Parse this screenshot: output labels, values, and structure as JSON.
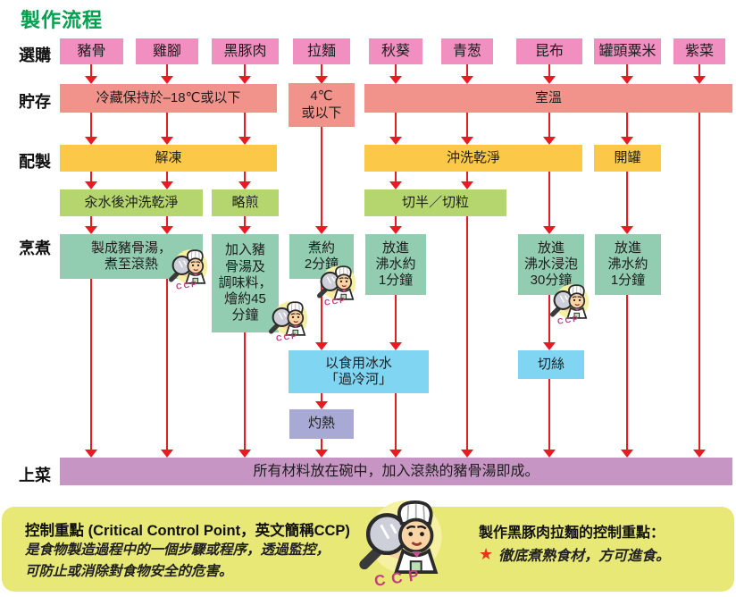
{
  "title": "製作流程",
  "row_labels": {
    "purchase": "選購",
    "storage": "貯存",
    "prep": "配製",
    "cook": "烹煮",
    "serve": "上菜"
  },
  "ingredients": [
    "豬骨",
    "雞腳",
    "黑豚肉",
    "拉麵",
    "秋葵",
    "青葱",
    "昆布",
    "罐頭粟米",
    "紫菜"
  ],
  "storage": {
    "frozen": "冷藏保持於–18℃或以下",
    "chilled": "4℃\n或以下",
    "room": "室溫"
  },
  "prep": {
    "thaw": "解凍",
    "rinse": "沖洗乾淨",
    "open_can": "開罐",
    "blanch_rinse": "汆水後沖洗乾淨",
    "pan_fry": "略煎",
    "cut": "切半／切粒"
  },
  "cook": {
    "soup": "製成豬骨湯，\n煮至滾熱",
    "braise": "加入豬\n骨湯及\n調味料，\n燴約45\n分鐘",
    "boil_2min": "煮約\n2分鐘",
    "boil_1min_okra": "放進\n沸水約\n1分鐘",
    "soak_30min": "放進\n沸水浸泡\n30分鐘",
    "boil_1min_corn": "放進\n沸水約\n1分鐘",
    "ice_bath": "以食用冰水\n「過冷河」",
    "shred": "切絲",
    "reheat": "灼熱"
  },
  "serve": {
    "text": "所有材料放在碗中，加入滾熱的豬骨湯即成。"
  },
  "ccp_label": "CCP",
  "footer": {
    "definition_title": "控制重點 (Critical Control Point，英文簡稱CCP)",
    "definition_body": "是食物製造過程中的一個步驟或程序，透過監控，\n可防止或消除對食物安全的危害。",
    "point_title": "製作黑豚肉拉麵的控制重點：",
    "star": "★",
    "point_text": "徹底煮熟食材，方可進食。"
  },
  "colors": {
    "title_green": "#00A14E",
    "box_pink": "#F08FC0",
    "box_salmon": "#F2938B",
    "box_yellow": "#FBC848",
    "box_light_green": "#B5D56E",
    "box_teal": "#93CDB1",
    "box_blue": "#7FD5F2",
    "box_lavender": "#A9A9D6",
    "serve_purple": "#C795C4",
    "footer_yellow": "#E8E876",
    "arrow_red": "#E81B24",
    "ccp_magenta": "#C13A7E",
    "star_red": "#E8341C"
  }
}
